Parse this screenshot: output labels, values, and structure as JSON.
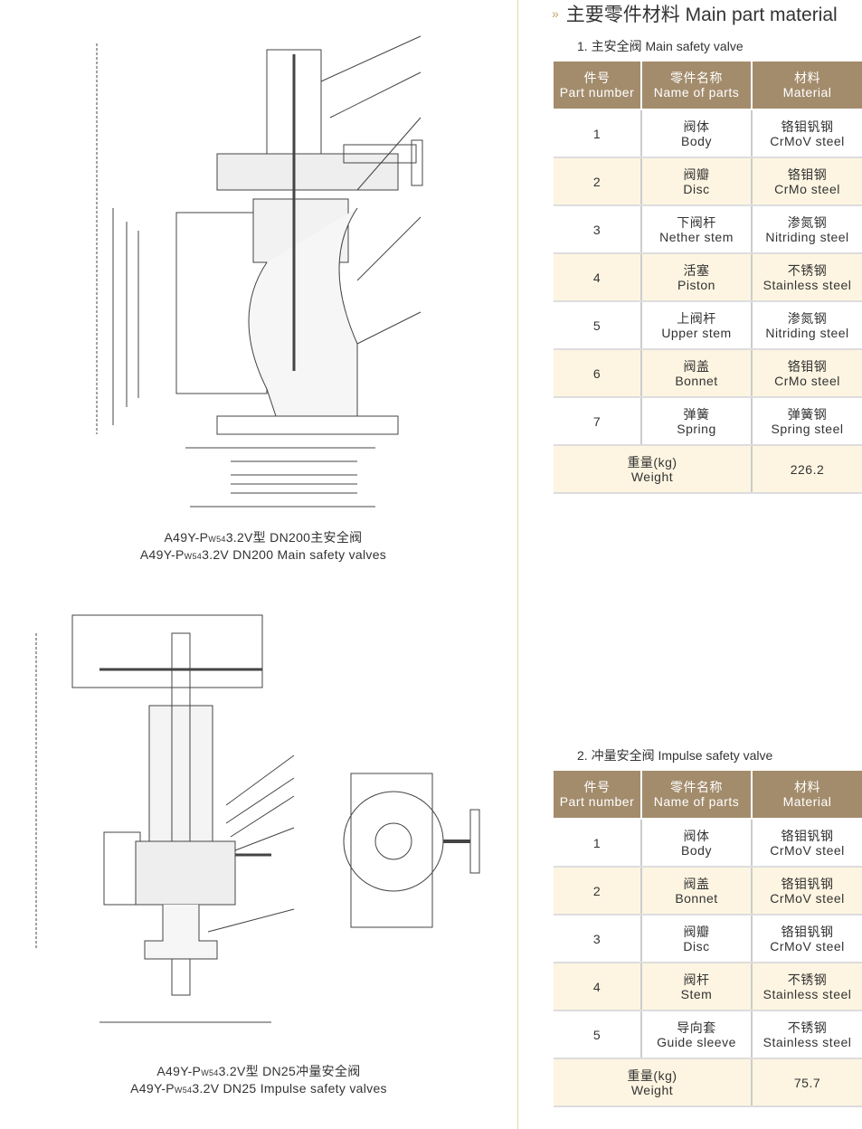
{
  "header": {
    "title": "主要零件材料  Main part material"
  },
  "main_valve": {
    "section_title": "1. 主安全阀  Main safety valve",
    "columns": [
      {
        "cn": "件号",
        "en": "Part number"
      },
      {
        "cn": "零件名称",
        "en": "Name of parts"
      },
      {
        "cn": "材料",
        "en": "Material"
      }
    ],
    "rows": [
      {
        "no": "1",
        "name_cn": "阀体",
        "name_en": "Body",
        "mat_cn": "铬钼钒钢",
        "mat_en": "CrMoV steel"
      },
      {
        "no": "2",
        "name_cn": "阀瓣",
        "name_en": "Disc",
        "mat_cn": "铬钼钢",
        "mat_en": "CrMo steel"
      },
      {
        "no": "3",
        "name_cn": "下阀杆",
        "name_en": "Nether stem",
        "mat_cn": "渗氮钢",
        "mat_en": "Nitriding steel"
      },
      {
        "no": "4",
        "name_cn": "活塞",
        "name_en": "Piston",
        "mat_cn": "不锈钢",
        "mat_en": "Stainless steel"
      },
      {
        "no": "5",
        "name_cn": "上阀杆",
        "name_en": "Upper stem",
        "mat_cn": "渗氮钢",
        "mat_en": "Nitriding steel"
      },
      {
        "no": "6",
        "name_cn": "阀盖",
        "name_en": "Bonnet",
        "mat_cn": "铬钼钢",
        "mat_en": "CrMo steel"
      },
      {
        "no": "7",
        "name_cn": "弹簧",
        "name_en": "Spring",
        "mat_cn": "弹簧钢",
        "mat_en": "Spring steel"
      }
    ],
    "weight_cn": "重量(kg)",
    "weight_en": "Weight",
    "weight": "226.2",
    "caption_cn_a": "A49Y-P",
    "caption_sub": "W54",
    "caption_cn_b": "3.2V型  DN200主安全阀",
    "caption_en_b": "3.2V  DN200 Main safety valves"
  },
  "impulse_valve": {
    "section_title": "2. 冲量安全阀  Impulse safety valve",
    "rows": [
      {
        "no": "1",
        "name_cn": "阀体",
        "name_en": "Body",
        "mat_cn": "铬钼钒钢",
        "mat_en": "CrMoV steel"
      },
      {
        "no": "2",
        "name_cn": "阀盖",
        "name_en": "Bonnet",
        "mat_cn": "铬钼钒钢",
        "mat_en": "CrMoV steel"
      },
      {
        "no": "3",
        "name_cn": "阀瓣",
        "name_en": "Disc",
        "mat_cn": "铬钼钒钢",
        "mat_en": "CrMoV steel"
      },
      {
        "no": "4",
        "name_cn": "阀杆",
        "name_en": "Stem",
        "mat_cn": "不锈钢",
        "mat_en": "Stainless steel"
      },
      {
        "no": "5",
        "name_cn": "导向套",
        "name_en": "Guide sleeve",
        "mat_cn": "不锈钢",
        "mat_en": "Stainless steel"
      }
    ],
    "weight": "75.7",
    "caption_cn_b": "3.2V型  DN25冲量安全阀",
    "caption_en_b": "3.2V  DN25 Impulse safety valves"
  }
}
